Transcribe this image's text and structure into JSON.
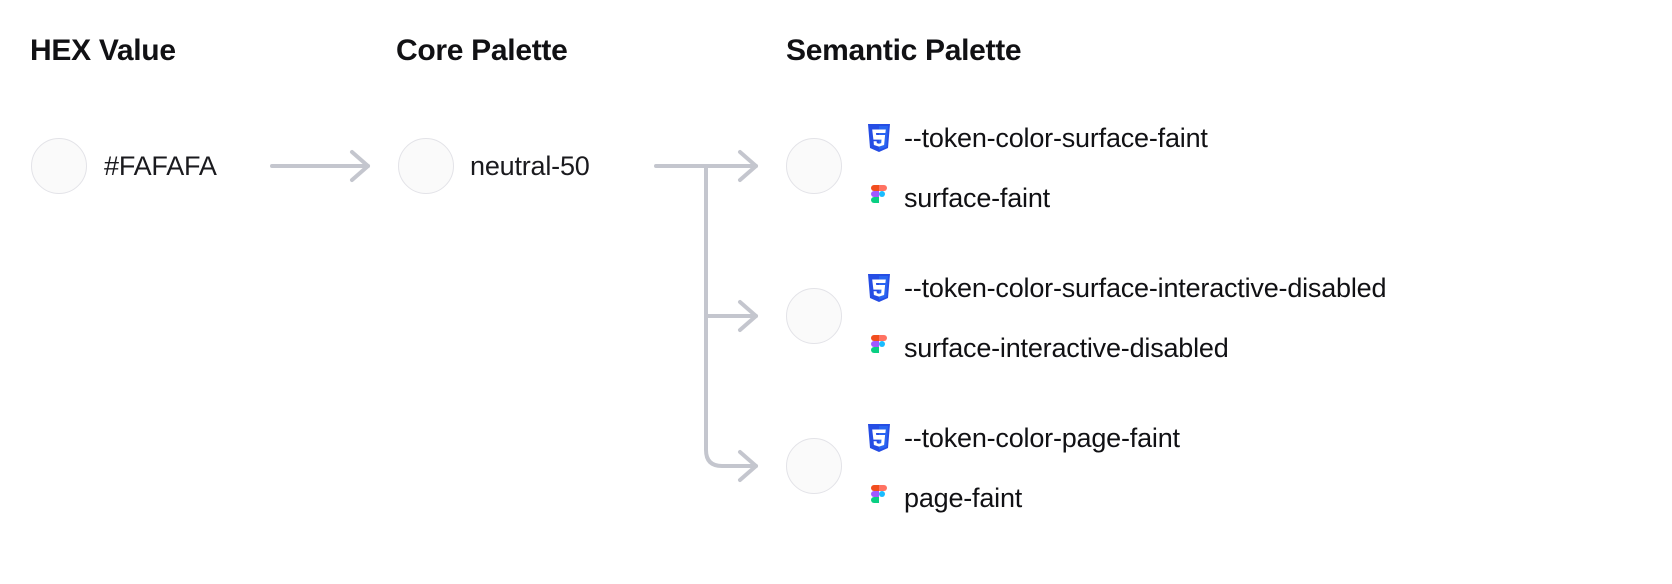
{
  "columns": {
    "hex": "HEX Value",
    "core": "Core Palette",
    "semantic": "Semantic Palette"
  },
  "hex": {
    "value": "#FAFAFA",
    "swatch_color": "#FAFAFA"
  },
  "core": {
    "value": "neutral-50",
    "swatch_color": "#FAFAFA"
  },
  "semantic": {
    "tokens": [
      {
        "swatch_color": "#FAFAFA",
        "css_icon": "css3-icon",
        "css_token": "--token-color-surface-faint",
        "figma_icon": "figma-icon",
        "figma_token": "surface-faint"
      },
      {
        "swatch_color": "#FAFAFA",
        "css_icon": "css3-icon",
        "css_token": "--token-color-surface-interactive-disabled",
        "figma_icon": "figma-icon",
        "figma_token": "surface-interactive-disabled"
      },
      {
        "swatch_color": "#FAFAFA",
        "css_icon": "css3-icon",
        "css_token": "--token-color-page-faint",
        "figma_icon": "figma-icon",
        "figma_token": "page-faint"
      }
    ]
  },
  "theme": {
    "connector_color": "#C4C6CE",
    "swatch_border": "#E3E3E8",
    "text_color": "#111114",
    "css_icon_outer": "#264DE4",
    "css_icon_inner": "#2965F1",
    "css_icon_glyph": "#FFFFFF",
    "figma_orange": "#F24E1E",
    "figma_salmon": "#FF7262",
    "figma_purple": "#A259FF",
    "figma_blue": "#1ABCFE",
    "figma_green": "#0ACF83"
  }
}
